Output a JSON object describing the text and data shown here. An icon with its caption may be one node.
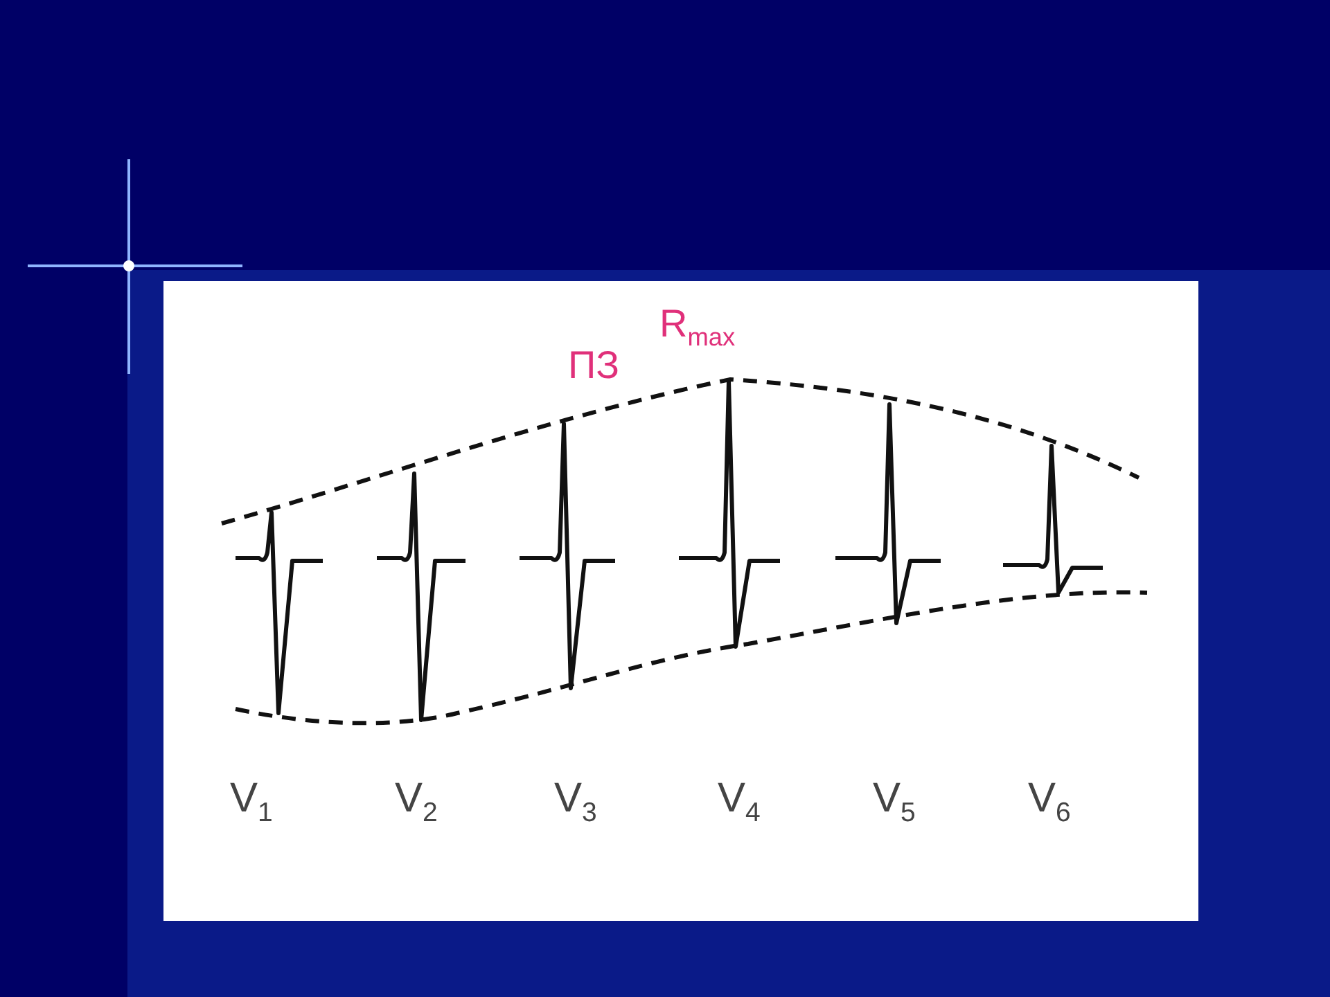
{
  "diagram": {
    "labels": [
      "ПЗ",
      "R$_{max}$",
      "V$_{1}$",
      "V$_{2}$",
      "V$_{3}$",
      "V$_{4}$",
      "V$_{5}$",
      "V$_{6}$"
    ]
  }
}
